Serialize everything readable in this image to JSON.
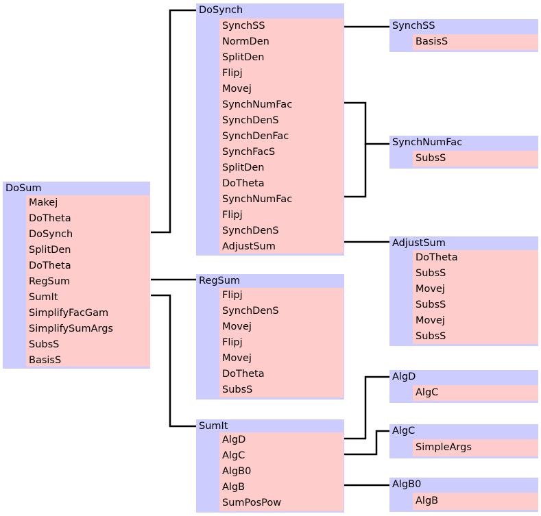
{
  "boxes": {
    "dosum": {
      "title": "DoSum",
      "items": [
        "Makej",
        "DoTheta",
        "DoSynch",
        "SplitDen",
        "DoTheta",
        "RegSum",
        "SumIt",
        "SimplifyFacGam",
        "SimplifySumArgs",
        "SubsS",
        "BasisS"
      ]
    },
    "dosynch": {
      "title": "DoSynch",
      "items": [
        "SynchSS",
        "NormDen",
        "SplitDen",
        "Flipj",
        "Movej",
        "SynchNumFac",
        "SynchDenS",
        "SynchDenFac",
        "SynchFacS",
        "SplitDen",
        "DoTheta",
        "SynchNumFac",
        "Flipj",
        "SynchDenS",
        "AdjustSum"
      ]
    },
    "regsum": {
      "title": "RegSum",
      "items": [
        "Flipj",
        "SynchDenS",
        "Movej",
        "Flipj",
        "Movej",
        "DoTheta",
        "SubsS"
      ]
    },
    "sumit": {
      "title": "SumIt",
      "items": [
        "AlgD",
        "AlgC",
        "AlgB0",
        "AlgB",
        "SumPosPow"
      ]
    },
    "synchss": {
      "title": "SynchSS",
      "items": [
        "BasisS"
      ]
    },
    "synchnumfac": {
      "title": "SynchNumFac",
      "items": [
        "SubsS"
      ]
    },
    "adjustsum": {
      "title": "AdjustSum",
      "items": [
        "DoTheta",
        "SubsS",
        "Movej",
        "SubsS",
        "Movej",
        "SubsS"
      ]
    },
    "algd": {
      "title": "AlgD",
      "items": [
        "AlgC"
      ]
    },
    "algc": {
      "title": "AlgC",
      "items": [
        "SimpleArgs"
      ]
    },
    "algb0": {
      "title": "AlgB0",
      "items": [
        "AlgB"
      ]
    }
  }
}
